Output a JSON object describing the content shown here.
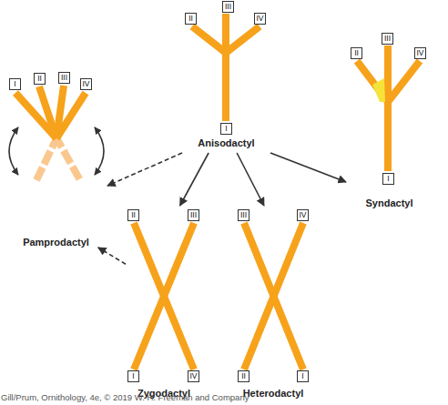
{
  "diagram": {
    "caption": "Gill/Prum, Ornithology, 4e, © 2019 W. H. Freeman and Company",
    "nodes": [
      {
        "text": [
          "Anisodactyl"
        ]
      },
      {
        "text": [
          "III"
        ],
        "in": 0
      },
      {
        "text": [
          "II"
        ],
        "in": 0
      },
      {
        "text": [
          "IV"
        ],
        "in": 0
      },
      {
        "text": [
          "I"
        ],
        "in": 0
      },
      {
        "text": [
          "Pamprodactyl"
        ]
      },
      {
        "text": [
          "I"
        ],
        "in": 5
      },
      {
        "text": [
          "II"
        ],
        "in": 5
      },
      {
        "text": [
          "III"
        ],
        "in": 5
      },
      {
        "text": [
          "IV"
        ],
        "in": 5
      },
      {
        "text": [
          "Syndactyl"
        ]
      },
      {
        "text": [
          "III"
        ],
        "in": 10
      },
      {
        "text": [
          "II"
        ],
        "in": 10
      },
      {
        "text": [
          "IV"
        ],
        "in": 10
      },
      {
        "text": [
          "I"
        ],
        "in": 10
      },
      {
        "text": [
          "Zygodactyl"
        ]
      },
      {
        "text": [
          "II"
        ],
        "in": 15
      },
      {
        "text": [
          "III"
        ],
        "in": 15
      },
      {
        "text": [
          "I"
        ],
        "in": 15
      },
      {
        "text": [
          "IV"
        ],
        "in": 15
      },
      {
        "text": [
          "Heterodactyl"
        ]
      },
      {
        "text": [
          "III"
        ],
        "in": 20
      },
      {
        "text": [
          "IV"
        ],
        "in": 20
      },
      {
        "text": [
          "II"
        ],
        "in": 20
      },
      {
        "text": [
          "I"
        ],
        "in": 20
      }
    ],
    "edges": [
      {
        "from": 0,
        "to": 5,
        "arrow": "to"
      },
      {
        "from": 0,
        "to": 15,
        "arrow": "to"
      },
      {
        "from": 0,
        "to": 20,
        "arrow": "to"
      },
      {
        "from": 0,
        "to": 10,
        "arrow": "to"
      },
      {
        "from": 15,
        "to": 5,
        "arrow": "to"
      }
    ]
  }
}
